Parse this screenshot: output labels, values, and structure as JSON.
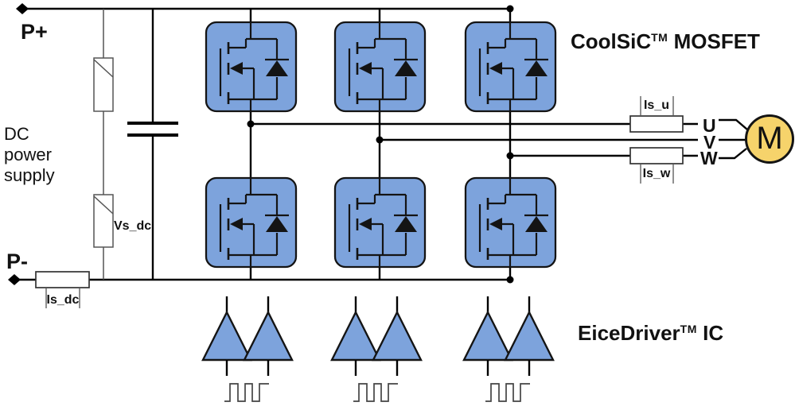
{
  "colors": {
    "module_fill": "#7da3dc",
    "module_stroke": "#141414",
    "motor_fill": "#f6d36b",
    "wire": "#000000",
    "sensor_stroke": "#555555"
  },
  "labels": {
    "p_plus": "P+",
    "p_minus": "P-",
    "dc_supply": {
      "line1": "DC",
      "line2": "power",
      "line3": "supply"
    },
    "vs_dc": "Vs_dc",
    "is_dc": "Is_dc",
    "is_u": "Is_u",
    "is_w": "Is_w",
    "phase_u": "U",
    "phase_v": "V",
    "phase_w": "W",
    "motor": "M",
    "coolsic": {
      "brand": "CoolSiC",
      "tm": "TM",
      "suffix": "MOSFET"
    },
    "eicedriver": {
      "brand": "EiceDriver",
      "tm": "TM",
      "suffix": "IC"
    }
  }
}
